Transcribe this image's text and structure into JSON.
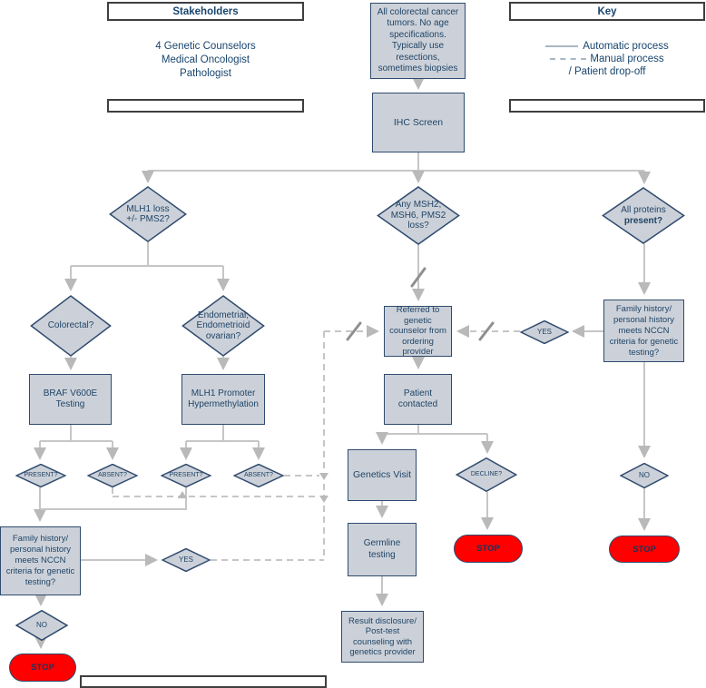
{
  "lanes": {
    "stakeholders": {
      "title": "Stakeholders",
      "members": [
        "4 Genetic Counselors",
        "Medical Oncologist",
        "Pathologist"
      ]
    },
    "key": {
      "title": "Key",
      "automatic": "Automatic process",
      "manual": "Manual process",
      "dropoff": "/ Patient drop-off"
    }
  },
  "nodes": {
    "start": "All colorectal cancer tumors. No age specifications. Typically use resections, sometimes biopsies",
    "ihc": "IHC Screen",
    "mlh1_loss": "MLH1 loss +/- PMS2?",
    "msh_loss": "Any MSH2, MSH6, PMS2 loss?",
    "all_proteins_line1": "All proteins",
    "all_proteins_line2": "present?",
    "colorectal": "Colorectal?",
    "endometrial": "Endometrial; Endometrioid ovarian?",
    "braf": "BRAF V600E Testing",
    "mlh1_promoter": "MLH1 Promoter Hypermethylation",
    "present": "PRESENT?",
    "absent": "ABSENT?",
    "family_criteria": "Family history/ personal history meets NCCN criteria for genetic testing?",
    "yes": "YES",
    "no": "NO",
    "stop": "STOP",
    "referred": "Referred to genetic counselor from ordering provider",
    "patient_contacted": "Patient contacted",
    "genetics_visit": "Genetics Visit",
    "decline": "DECLINE?",
    "germline": "Germline testing",
    "result": "Result disclosure/ Post-test counseling with genetics provider"
  },
  "colors": {
    "node_fill": "#ccd1d9",
    "node_border": "#2f4b6e",
    "text": "#1f4466",
    "connector": "#c6c6c6",
    "slash": "#8f8f8f",
    "stop_fill": "#ff0000",
    "lane_border": "#3f3f3f",
    "key_line_sample": "#a9b7c4"
  }
}
